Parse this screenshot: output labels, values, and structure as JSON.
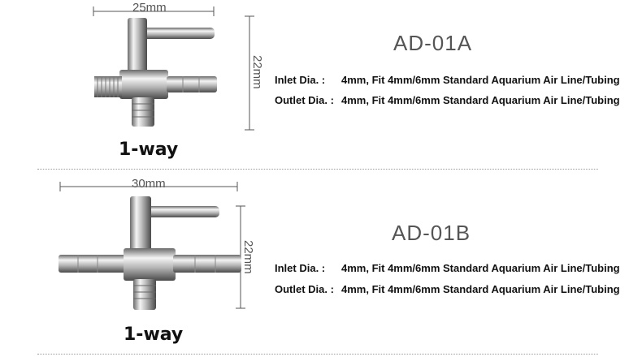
{
  "products": [
    {
      "model": "AD-01A",
      "width_dim": "25mm",
      "height_dim": "22mm",
      "inlet_label": "Inlet Dia. :",
      "inlet_value": "4mm, Fit  4mm/6mm Standard Aquarium Air Line/Tubing",
      "outlet_label": "Outlet Dia. :",
      "outlet_value": "4mm, Fit  4mm/6mm Standard Aquarium Air Line/Tubing",
      "type_label": "1-way"
    },
    {
      "model": "AD-01B",
      "width_dim": "30mm",
      "height_dim": "22mm",
      "inlet_label": "Inlet Dia. :",
      "inlet_value": "4mm, Fit  4mm/6mm Standard Aquarium Air Line/Tubing",
      "outlet_label": "Outlet Dia. :",
      "outlet_value": "4mm, Fit  4mm/6mm Standard Aquarium Air Line/Tubing",
      "type_label": "1-way"
    }
  ],
  "colors": {
    "metal_light": "#f2f2f2",
    "metal_dark": "#5a5a5a",
    "dim_line": "#555555"
  },
  "icons": [
    "valve-a-image",
    "valve-b-image"
  ]
}
